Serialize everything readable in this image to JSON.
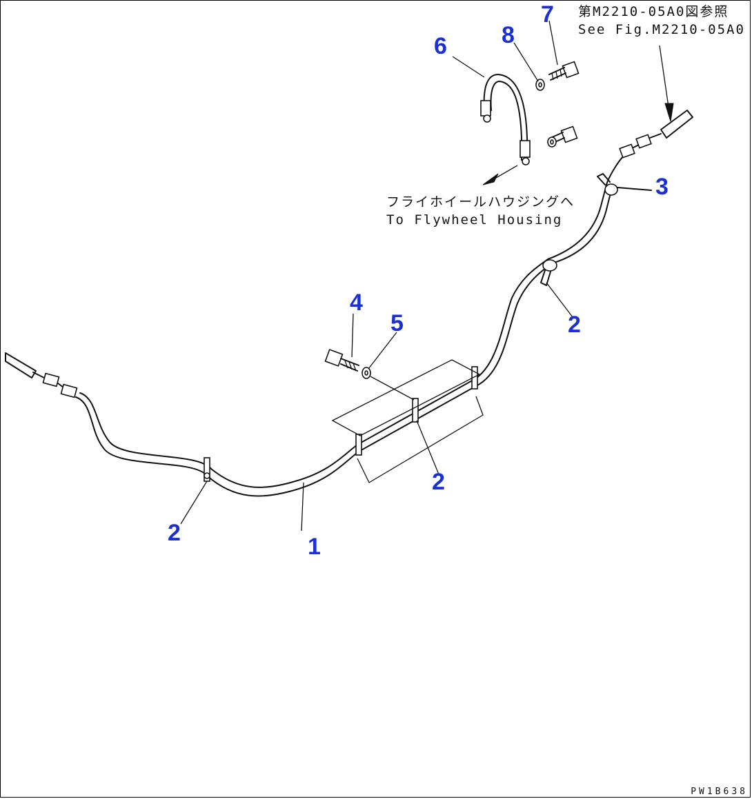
{
  "callouts": {
    "c1": "1",
    "c2a": "2",
    "c2b": "2",
    "c2c": "2",
    "c3": "3",
    "c4": "4",
    "c5": "5",
    "c6": "6",
    "c7": "7",
    "c8": "8"
  },
  "notes": {
    "ref_jp": "第M2210-05A0図参照",
    "ref_en": "See Fig.M2210-05A0",
    "flywheel_jp": "フライホイールハウジングヘ",
    "flywheel_en": "To Flywheel Housing"
  },
  "drawing_number": "PW1B638",
  "colors": {
    "callout": "#1b2fd6",
    "line": "#111111"
  }
}
